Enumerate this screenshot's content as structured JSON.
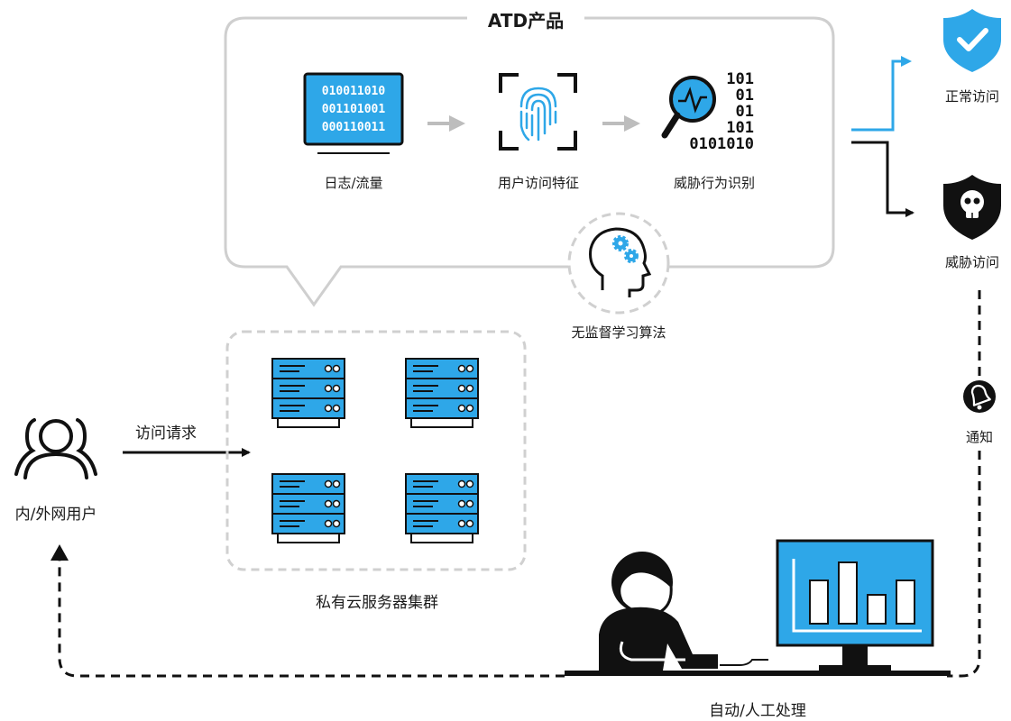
{
  "title": "ATD产品",
  "steps": [
    {
      "label": "日志/流量",
      "binary": [
        "010011010",
        "001101001",
        "000110011"
      ]
    },
    {
      "label": "用户访问特征"
    },
    {
      "label": "威胁行为识别",
      "binary": [
        "101",
        "01",
        "01",
        "101",
        "0101010"
      ]
    }
  ],
  "algorithm": "无监督学习算法",
  "outcomes": {
    "normal": "正常访问",
    "threat": "威胁访问"
  },
  "notify": "通知",
  "users": "内/外网用户",
  "request": "访问请求",
  "cluster": "私有云服务器集群",
  "handling": "自动/人工处理",
  "colors": {
    "accent": "#2ea7e8",
    "dark": "#111111",
    "arrow_gray": "#bdbdbd",
    "frame": "#cfcfcf"
  }
}
